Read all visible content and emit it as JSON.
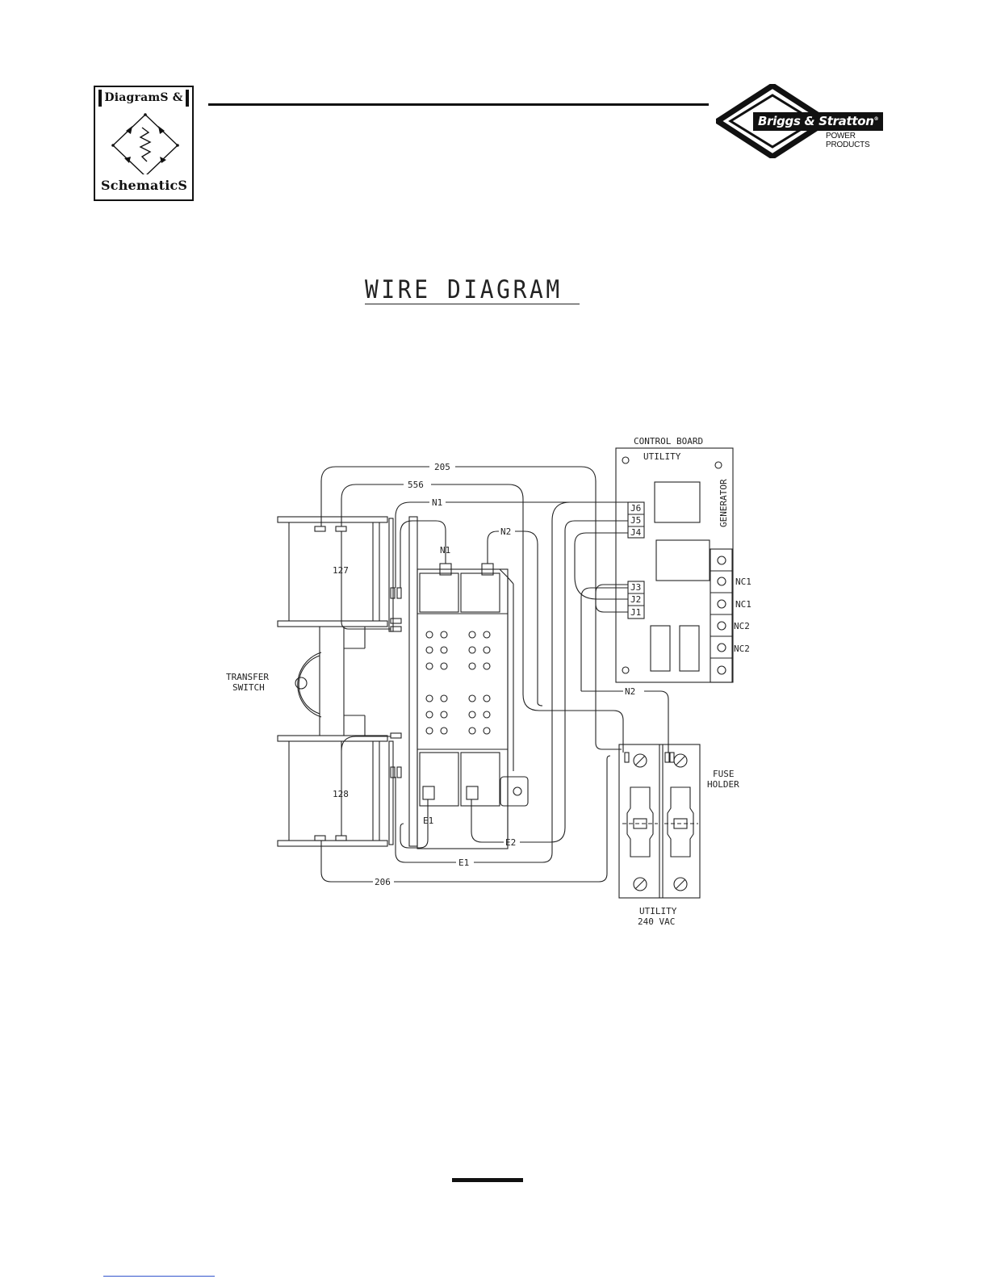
{
  "header": {
    "logo_top": "DiagramS &",
    "logo_bottom": "SchematicS",
    "brand_name": "Briggs & Stratton",
    "brand_sub": "POWER PRODUCTS"
  },
  "diagram": {
    "title": "WIRE DIAGRAM",
    "control_board": {
      "title": "CONTROL BOARD",
      "utility": "UTILITY",
      "generator": "GENERATOR",
      "jacks": [
        "J6",
        "J5",
        "J4",
        "J3",
        "J2",
        "J1"
      ],
      "terminals": [
        "NC1",
        "NC1",
        "NC2",
        "NC2"
      ]
    },
    "wires": {
      "w205": "205",
      "w556": "556",
      "n1_top": "N1",
      "n2_top": "N2",
      "n1_block": "N1",
      "w127": "127",
      "w128": "128",
      "e1_block": "E1",
      "e2": "E2",
      "e1_bottom": "E1",
      "w206": "206",
      "n2_right": "N2"
    },
    "transfer_switch": [
      "TRANSFER",
      "SWITCH"
    ],
    "fuse_holder": [
      "FUSE",
      "HOLDER"
    ],
    "utility_supply": [
      "UTILITY",
      "240 VAC"
    ]
  }
}
